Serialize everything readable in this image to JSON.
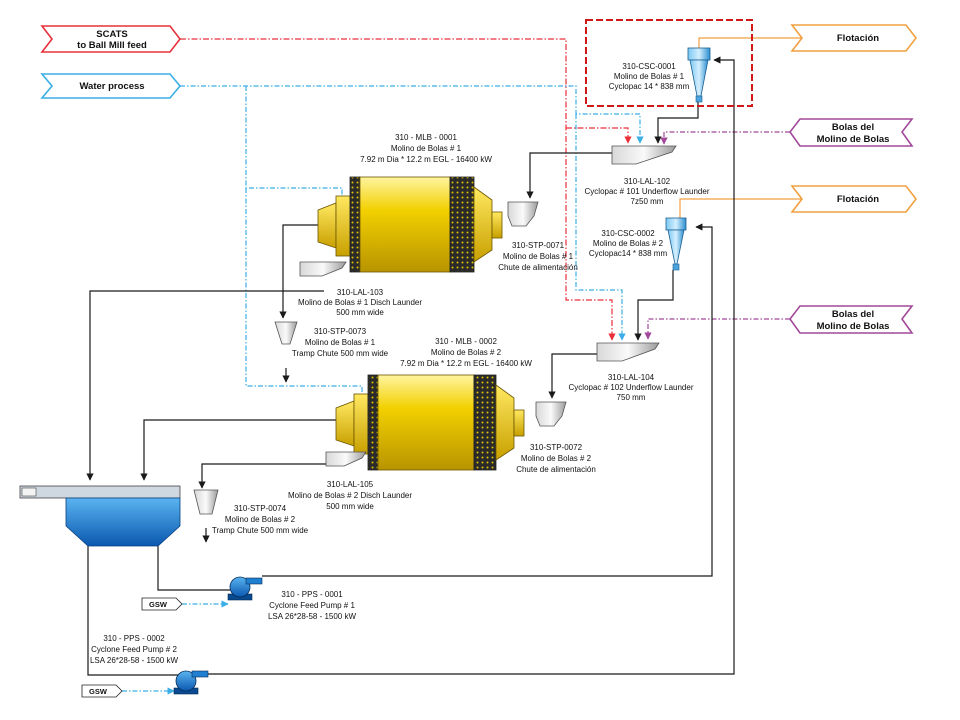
{
  "colors": {
    "red_stream": "#e8303a",
    "water_stream": "#3aaee6",
    "flotation_stream": "#f0a040",
    "balls_stream": "#a2489a",
    "mill_body": "#f2d000",
    "sump": "#1f7fd0"
  },
  "inputs": {
    "scats_line1": "SCATS",
    "scats_line2": "to Ball Mill feed",
    "water": "Water process",
    "flotation_1": "Flotación",
    "flotation_2": "Flotación",
    "bolas_1_line1": "Bolas del",
    "bolas_1_line2": "Molino de Bolas",
    "bolas_2_line1": "Bolas del",
    "bolas_2_line2": "Molino de Bolas",
    "gsw_1": "GSW",
    "gsw_2": "GSW"
  },
  "equipment": {
    "csc1": [
      "310-CSC-0001",
      "Molino de Bolas # 1",
      "Cyclopac 14 * 838 mm"
    ],
    "lal102": [
      "310-LAL-102",
      "Cyclopac # 101 Underflow Launder",
      "7z50 mm"
    ],
    "csc2": [
      "310-CSC-0002",
      "Molino de Bolas # 2",
      "Cyclopac14 * 838 mm"
    ],
    "lal104": [
      "310-LAL-104",
      "Cyclopac # 102 Underflow Launder",
      "750 mm"
    ],
    "mlb1": [
      "310 - MLB - 0001",
      "Molino de Bolas # 1",
      "7.92 m Dia * 12.2 m EGL - 16400 kW"
    ],
    "stp0071": [
      "310-STP-0071",
      "Molino de Bolas # 1",
      "Chute de alimentación"
    ],
    "lal103": [
      "310-LAL-103",
      "Molino de Bolas # 1 Disch Launder",
      "500 mm wide"
    ],
    "stp0073": [
      "310-STP-0073",
      "Molino de Bolas # 1",
      "Tramp Chute 500 mm wide"
    ],
    "mlb2": [
      "310 - MLB - 0002",
      "Molino de Bolas # 2",
      "7.92 m Dia * 12.2 m EGL - 16400 kW"
    ],
    "stp0072": [
      "310-STP-0072",
      "Molino de Bolas # 2",
      "Chute de alimentación"
    ],
    "lal105": [
      "310-LAL-105",
      "Molino de Bolas # 2 Disch Launder",
      "500 mm wide"
    ],
    "stp0074": [
      "310-STP-0074",
      "Molino de Bolas # 2",
      "Tramp Chute 500 mm wide"
    ],
    "pps1": [
      "310 - PPS - 0001",
      "Cyclone Feed Pump # 1",
      "LSA 26*28-58 - 1500 kW"
    ],
    "pps2": [
      "310 - PPS - 0002",
      "Cyclone Feed Pump # 2",
      "LSA 26*28-58 - 1500 kW"
    ]
  }
}
